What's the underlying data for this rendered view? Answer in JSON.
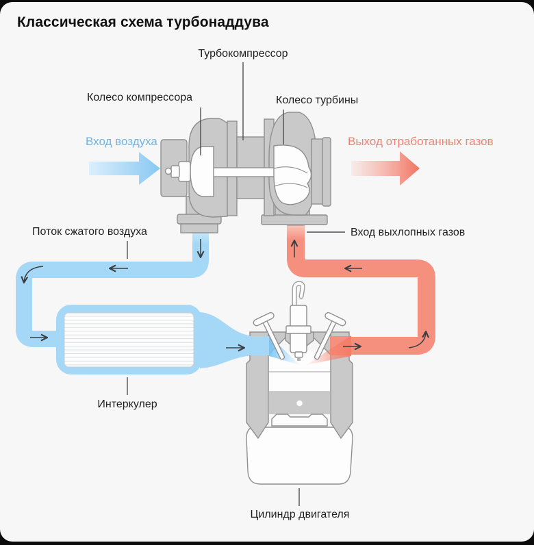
{
  "title": "Классическая схема турбонаддува",
  "labels": {
    "turbocharger": "Турбокомпрессор",
    "compressor_wheel": "Колесо компрессора",
    "turbine_wheel": "Колесо турбины",
    "air_inlet": "Вход воздуха",
    "exhaust_outlet": "Выход отработанных газов",
    "compressed_air_flow": "Поток сжатого воздуха",
    "exhaust_gas_inlet": "Вход выхлопных газов",
    "intercooler": "Интеркулер",
    "engine_cylinder": "Цилиндр двигателя"
  },
  "colors": {
    "card_bg": "#f7f7f7",
    "air_blue": "#a5d8f6",
    "air_blue_text": "#6cb5e8",
    "exhaust_red": "#f5907f",
    "exhaust_red_text": "#ef8273",
    "metal_gray": "#c9c9c9",
    "outline_gray": "#8f8f8f",
    "text_dark": "#1f1f1f"
  }
}
